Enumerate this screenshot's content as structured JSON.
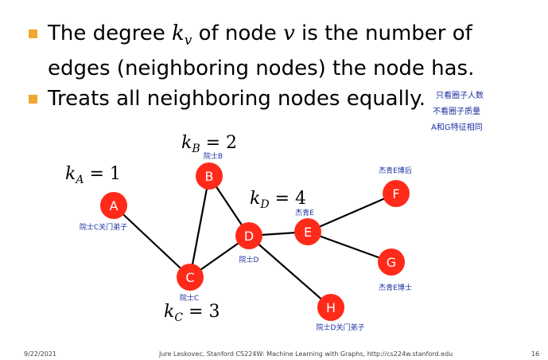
{
  "bullets": [
    {
      "pre": "The degree ",
      "sym": "k",
      "sub": "v",
      "mid": " of node ",
      "var": "v",
      "post": " is the number of"
    },
    {
      "text": "edges (neighboring nodes) the node has."
    },
    {
      "text": "Treats all neighboring nodes equally."
    }
  ],
  "side_notes": [
    "只看圈子人数",
    "不看圈子质量",
    "A和G特征相同"
  ],
  "graph": {
    "nodes": [
      {
        "id": "A",
        "label": "A",
        "note": "院士C关门弟子"
      },
      {
        "id": "B",
        "label": "B",
        "note": "院士B"
      },
      {
        "id": "C",
        "label": "C",
        "note": "院士C"
      },
      {
        "id": "D",
        "label": "D",
        "note": "院士D"
      },
      {
        "id": "E",
        "label": "E",
        "note": "杰青E"
      },
      {
        "id": "F",
        "label": "F",
        "note": "杰青E博后"
      },
      {
        "id": "G",
        "label": "G",
        "note": "杰青E博士"
      },
      {
        "id": "H",
        "label": "H",
        "note": "院士D关门弟子"
      }
    ],
    "edges": [
      [
        "A",
        "C"
      ],
      [
        "B",
        "C"
      ],
      [
        "B",
        "D"
      ],
      [
        "C",
        "D"
      ],
      [
        "D",
        "E"
      ],
      [
        "E",
        "F"
      ],
      [
        "E",
        "G"
      ],
      [
        "D",
        "H"
      ]
    ],
    "degree_labels": [
      {
        "sym": "k",
        "sub": "A",
        "eq": " = 1"
      },
      {
        "sym": "k",
        "sub": "B",
        "eq": " = 2"
      },
      {
        "sym": "k",
        "sub": "C",
        "eq": " = 3"
      },
      {
        "sym": "k",
        "sub": "D",
        "eq": " = 4"
      }
    ],
    "colors": {
      "node_fill": "#ff2a1a",
      "node_text": "#ffffff",
      "edge": "#000000",
      "note": "#1a2fa0"
    }
  },
  "footer": {
    "date": "9/22/2021",
    "credit": "Jure Leskovec, Stanford CS224W: Machine Learning with Graphs, http://cs224w.stanford.edu",
    "page": "16"
  }
}
